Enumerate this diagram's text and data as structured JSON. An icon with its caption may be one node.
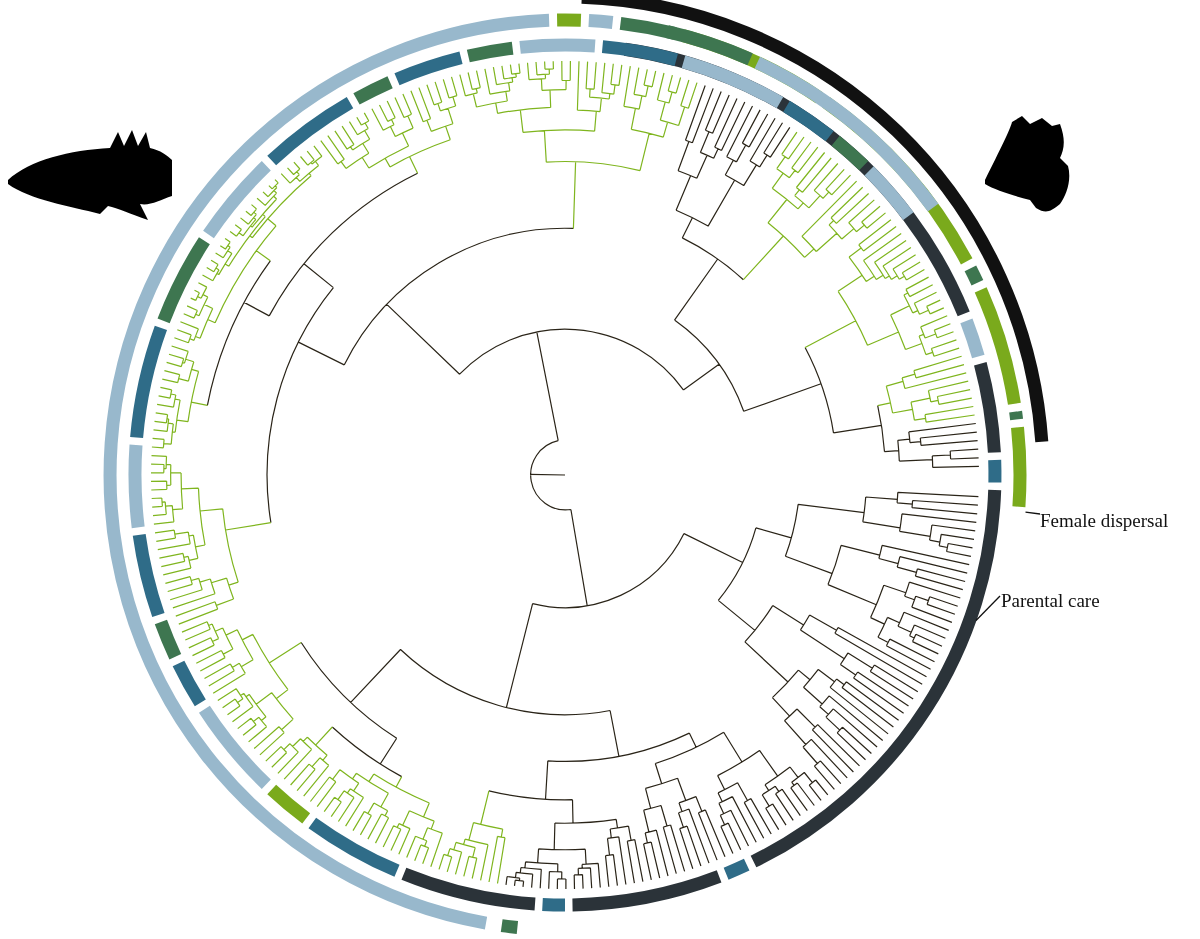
{
  "diagram": {
    "nodes": [
      {
        "text": [
          "Female dispersal"
        ]
      },
      {
        "text": [],
        "shape": "bar"
      },
      {
        "text": [
          "Parental care"
        ]
      },
      {
        "text": [],
        "shape": "bar"
      }
    ],
    "edges": [
      {
        "from": 0,
        "to": 1,
        "arrow": "none"
      },
      {
        "from": 2,
        "to": 3,
        "arrow": "none"
      }
    ]
  }
}
